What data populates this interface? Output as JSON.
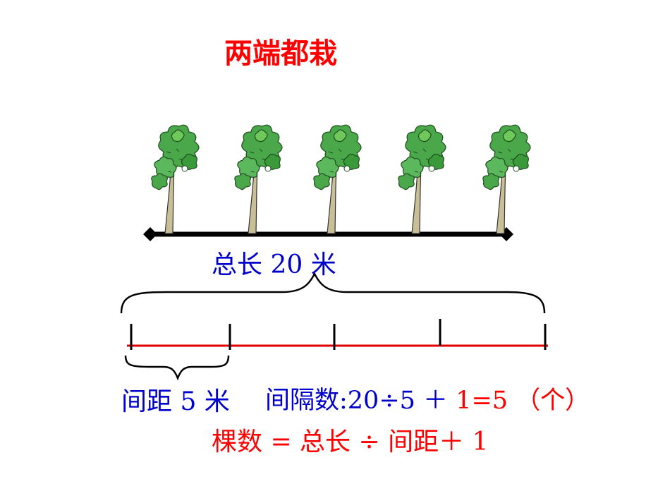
{
  "title": "两端都栽",
  "total_length_label": "总长 20 米",
  "spacing_label": "间距 5 米",
  "interval_count": {
    "part1": "间隔数:20÷5 ＋ ",
    "part2": "1=5 （个）"
  },
  "formula": "棵数 = 总长 ÷ 间距＋ 1",
  "diagram": {
    "tree_count": 5,
    "interval_count": 4,
    "colors": {
      "tree_leaf": "#3a9a3a",
      "tree_leaf_light": "#6fc85a",
      "tree_trunk": "#c9bf97",
      "road": "#000000",
      "measure_line": "#e00000",
      "title": "#ff0000",
      "label_blue": "#0000cc"
    }
  }
}
